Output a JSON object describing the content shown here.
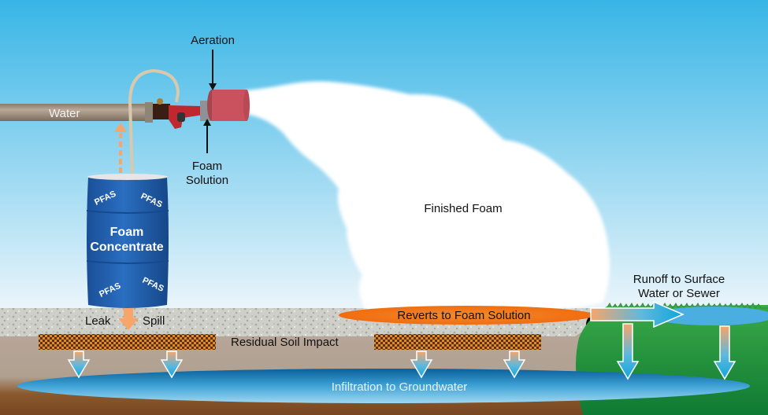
{
  "diagram": {
    "title": "AFFF foam release pathways",
    "labels": {
      "water": "Water",
      "aeration": "Aeration",
      "foam_solution_line1": "Foam",
      "foam_solution_line2": "Solution",
      "finished_foam": "Finished Foam",
      "drum_line1": "Foam",
      "drum_line2": "Concentrate",
      "pfas": "PFAS",
      "leak": "Leak",
      "spill": "Spill",
      "residual_soil_impact": "Residual Soil Impact",
      "reverts": "Reverts to Foam Solution",
      "runoff_line1": "Runoff to Surface",
      "runoff_line2": "Water or Sewer",
      "infiltration": "Infiltration to Groundwater"
    },
    "colors": {
      "sky_top": "#3bb7e8",
      "sky_bottom": "#eef6fb",
      "pipe": "#a8978a",
      "nozzle": "#c0282f",
      "aerator": "#c9525e",
      "drum": "#1f5fb0",
      "orange": "#f07a1c",
      "soil": "#b5a496",
      "deep_soil": "#7a4a22",
      "grass": "#2f9a3a",
      "groundwater": "#3a9bd0"
    }
  }
}
